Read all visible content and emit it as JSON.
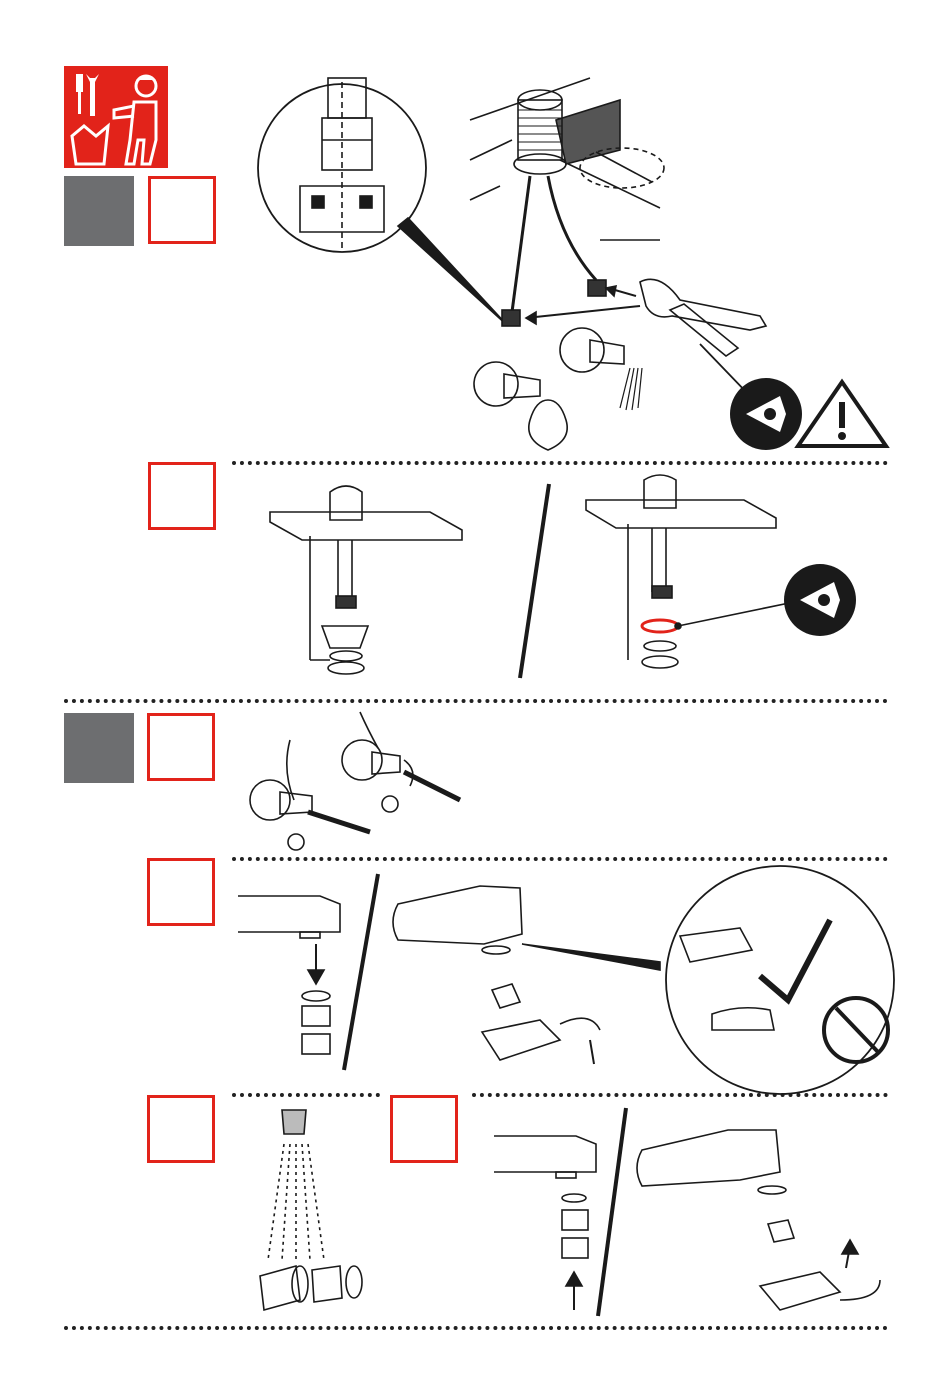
{
  "colors": {
    "accent": "#e2231a",
    "step_gray": "#6d6e70",
    "ink": "#1a1a1a"
  },
  "icons": {
    "tools_badge": "tools-and-installer-icon",
    "eye": "eye-inspect-icon",
    "warning": "warning-triangle-icon",
    "check": "checkmark-icon",
    "prohibited": "prohibited-icon"
  },
  "sections": [
    {
      "id": "install",
      "steps": [
        "step-box-1",
        "step-box-2"
      ]
    },
    {
      "id": "maintenance",
      "steps": [
        "step-box-3",
        "step-box-4",
        "step-box-5",
        "step-box-6"
      ]
    }
  ]
}
